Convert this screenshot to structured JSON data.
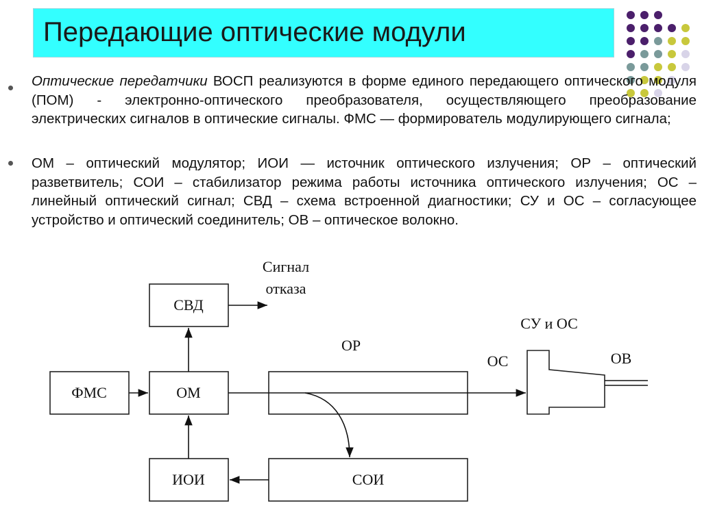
{
  "title": "Передающие  оптические модули",
  "paragraphs": {
    "p1_em": "Оптические передатчики",
    "p1_rest": " ВОСП реализуются в форме единого передающего оптического модуля (ПОМ) - электронно-оптического преобразователя, осуществляющего преобразование  электрических сигналов в оптические сигналы. ФМС — формирователь модулирующего сигнала;",
    "p2": " ОМ – оптический модулятор; ИОИ — источник оптического излучения; ОР – оптический разветвитель; СОИ – стабилизатор режима работы источника оптического излучения; ОС – линейный оптический сигнал; СВД – схема встроенной диагностики; СУ и ОС – согласующее устройство и оптический соединитель; ОВ – оптическое волокно."
  },
  "diagram": {
    "fms": "ФМС",
    "om": "ОМ",
    "svd": "СВД",
    "ioi": "ИОИ",
    "soi": "СОИ",
    "or": "ОР",
    "os": "ОС",
    "su_os": "СУ и ОС",
    "ov": "ОВ",
    "fail_line1": "Сигнал",
    "fail_line2": "отказа"
  },
  "colors": {
    "title_bg": "#33ffff",
    "dot_purple": "#4b1f6b",
    "dot_gray": "#7a9a9a",
    "dot_olive": "#c8c83c",
    "dot_lavender": "#d8d4e8"
  }
}
